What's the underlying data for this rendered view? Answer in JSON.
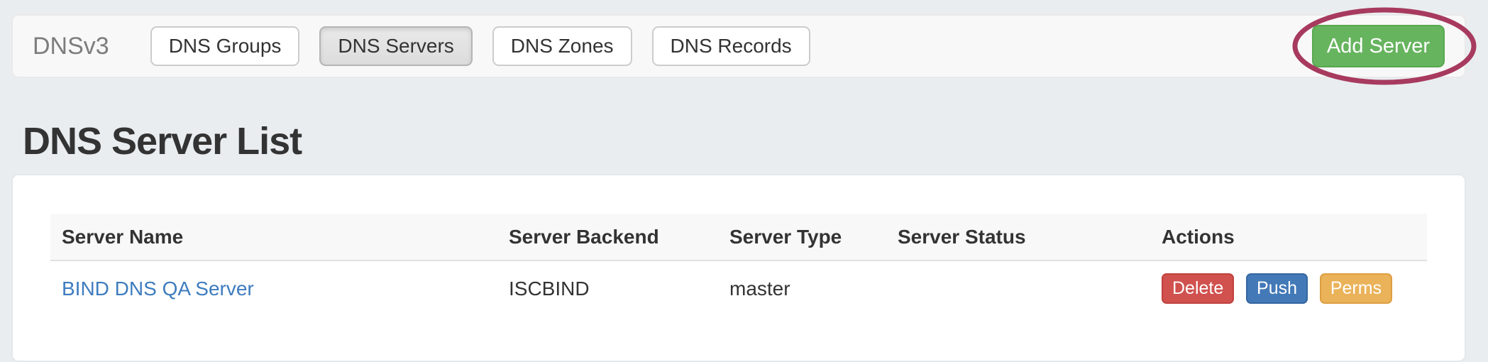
{
  "navbar": {
    "brand": "DNSv3",
    "items": [
      {
        "label": "DNS Groups",
        "active": false
      },
      {
        "label": "DNS Servers",
        "active": true
      },
      {
        "label": "DNS Zones",
        "active": false
      },
      {
        "label": "DNS Records",
        "active": false
      }
    ],
    "add_server_label": "Add Server"
  },
  "annotation": {
    "shape": "ellipse-highlight",
    "target": "add-server-button",
    "color": "#a73a5e"
  },
  "page": {
    "title": "DNS Server List"
  },
  "table": {
    "headers": [
      "Server Name",
      "Server Backend",
      "Server Type",
      "Server Status",
      "Actions"
    ],
    "rows": [
      {
        "server_name": "BIND DNS QA Server",
        "server_backend": "ISCBIND",
        "server_type": "master",
        "server_status": "",
        "actions": [
          "Delete",
          "Push",
          "Perms"
        ]
      }
    ]
  },
  "colors": {
    "page_background": "#e9edf0",
    "navbar_background": "#f8f8f8",
    "accent_green": "#67b45f",
    "annotation_stroke": "#a73a5e",
    "link_blue": "#3e7cbe",
    "danger_red": "#d0514e",
    "primary_blue": "#4379b7",
    "warning_orange": "#eab259"
  }
}
